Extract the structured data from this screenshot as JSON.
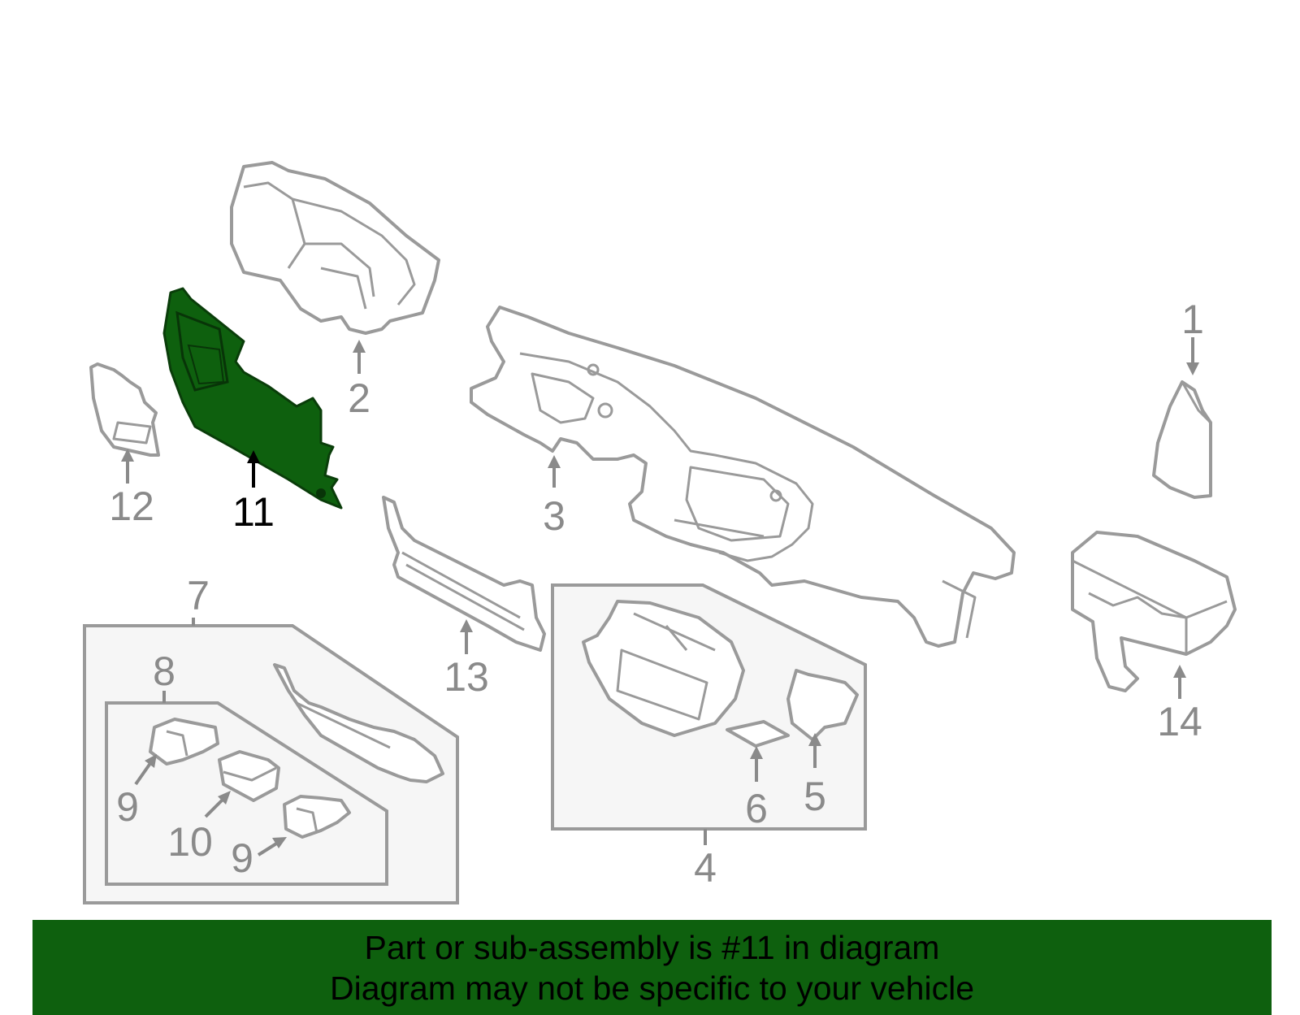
{
  "diagram": {
    "highlighted_part": "11",
    "highlight_color": "#0e600e",
    "labels": {
      "p1": "1",
      "p2": "2",
      "p3": "3",
      "p4": "4",
      "p5": "5",
      "p6": "6",
      "p7": "7",
      "p8": "8",
      "p9a": "9",
      "p9b": "9",
      "p10": "10",
      "p11": "11",
      "p12": "12",
      "p13": "13",
      "p14": "14"
    }
  },
  "banner": {
    "line1": "Part or sub-assembly is #11 in diagram",
    "line2": "Diagram may not be specific to your vehicle",
    "background": "#0e600e"
  }
}
